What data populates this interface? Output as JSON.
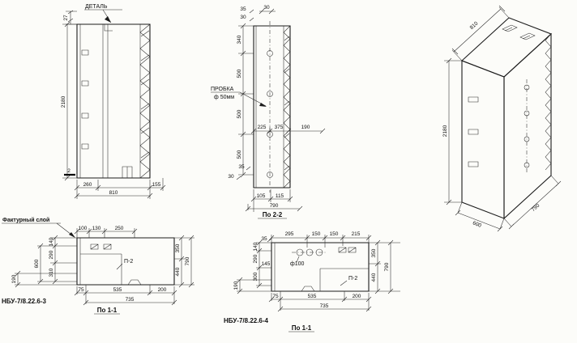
{
  "colors": {
    "paper": "#fcfcf9",
    "ink": "#1c1c1c"
  },
  "drawing_labels": {
    "elevation": {
      "detail": "ДЕТАЛЬ",
      "dim_27": "27",
      "dim_height": "2180",
      "dim_260": "260",
      "dim_810": "810",
      "dim_155": "155",
      "cut_marker": "2"
    },
    "section_2_2": {
      "title": "По 2-2",
      "top_left_dims": [
        "35",
        "30"
      ],
      "top_dim": "30",
      "left_chain": [
        "340",
        "500",
        "500",
        "500"
      ],
      "plug_line1": "ПРОБКА",
      "plug_line2": "ф 50мм",
      "mid_dims": [
        "225",
        "375",
        "190"
      ],
      "bottom_small_dims": [
        "35",
        "30"
      ],
      "bottom_dims": [
        "105",
        "115"
      ],
      "bottom_total": "790"
    },
    "isometric": {
      "dim_width_top": "810",
      "dim_height": "2180",
      "dim_depth": "600",
      "dim_width_bottom": "790"
    },
    "section_1_1_left": {
      "title": "По 1-1",
      "part_mark": "НБУ-7/8.22.6-3",
      "texture_label": "Фактурный слой",
      "insert_label": "П-2",
      "top_dims": [
        "100",
        "130",
        "250"
      ],
      "left_chain": [
        "140",
        "290",
        "310"
      ],
      "left_total": "600",
      "left_bottom": "190",
      "right_chain": [
        "350",
        "440"
      ],
      "right_total": "790",
      "bottom_dims": [
        "75",
        "535",
        "200"
      ],
      "bottom_total": "735"
    },
    "section_1_1_right": {
      "title": "По 1-1",
      "part_mark": "НБУ-7/8.22.6-4",
      "insert_label": "П-2",
      "hole_label": "ф100",
      "top_small": "35",
      "top_dims": [
        "295",
        "150",
        "150",
        "215"
      ],
      "left_chain": [
        "140",
        "290",
        "300"
      ],
      "left_small": "145",
      "left_bottom": "190",
      "right_chain": [
        "350",
        "440"
      ],
      "right_total": "790",
      "bottom_dims": [
        "75",
        "535",
        "200"
      ],
      "bottom_total": "735"
    }
  }
}
